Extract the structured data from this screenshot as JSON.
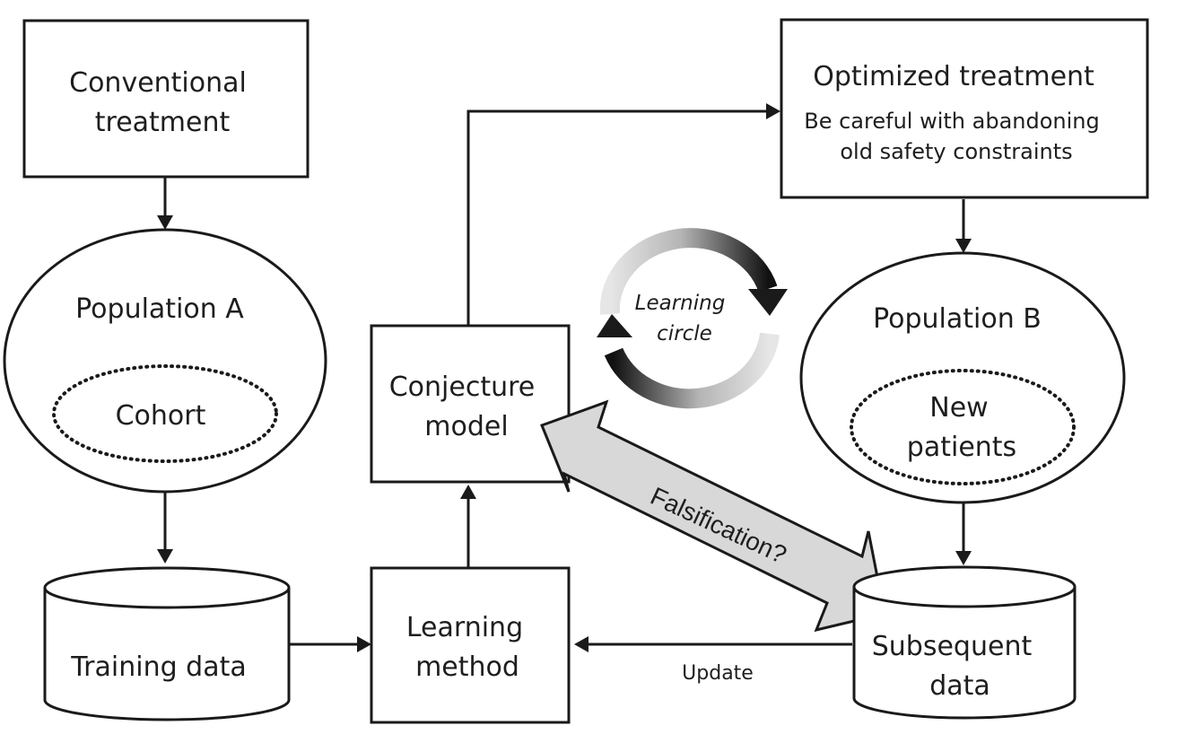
{
  "nodes": {
    "conventional_treatment": {
      "line1": "Conventional",
      "line2": "treatment"
    },
    "population_a": "Population A",
    "cohort": "Cohort",
    "training_data": "Training data",
    "learning_method": {
      "line1": "Learning",
      "line2": "method"
    },
    "conjecture_model": {
      "line1": "Conjecture",
      "line2": "model"
    },
    "optimized_treatment": {
      "title": "Optimized treatment",
      "note_line1": "Be careful with abandoning",
      "note_line2": "old safety constraints"
    },
    "population_b": "Population B",
    "new_patients": {
      "line1": "New",
      "line2": "patients"
    },
    "subsequent_data": {
      "line1": "Subsequent",
      "line2": "data"
    }
  },
  "edges": {
    "update": "Update",
    "falsification": "Falsification?"
  },
  "learning_circle": {
    "line1": "Learning",
    "line2": "circle"
  },
  "colors": {
    "stroke": "#1a1a1a",
    "arrow_fill": "#d8d8d8",
    "background": "#ffffff"
  }
}
